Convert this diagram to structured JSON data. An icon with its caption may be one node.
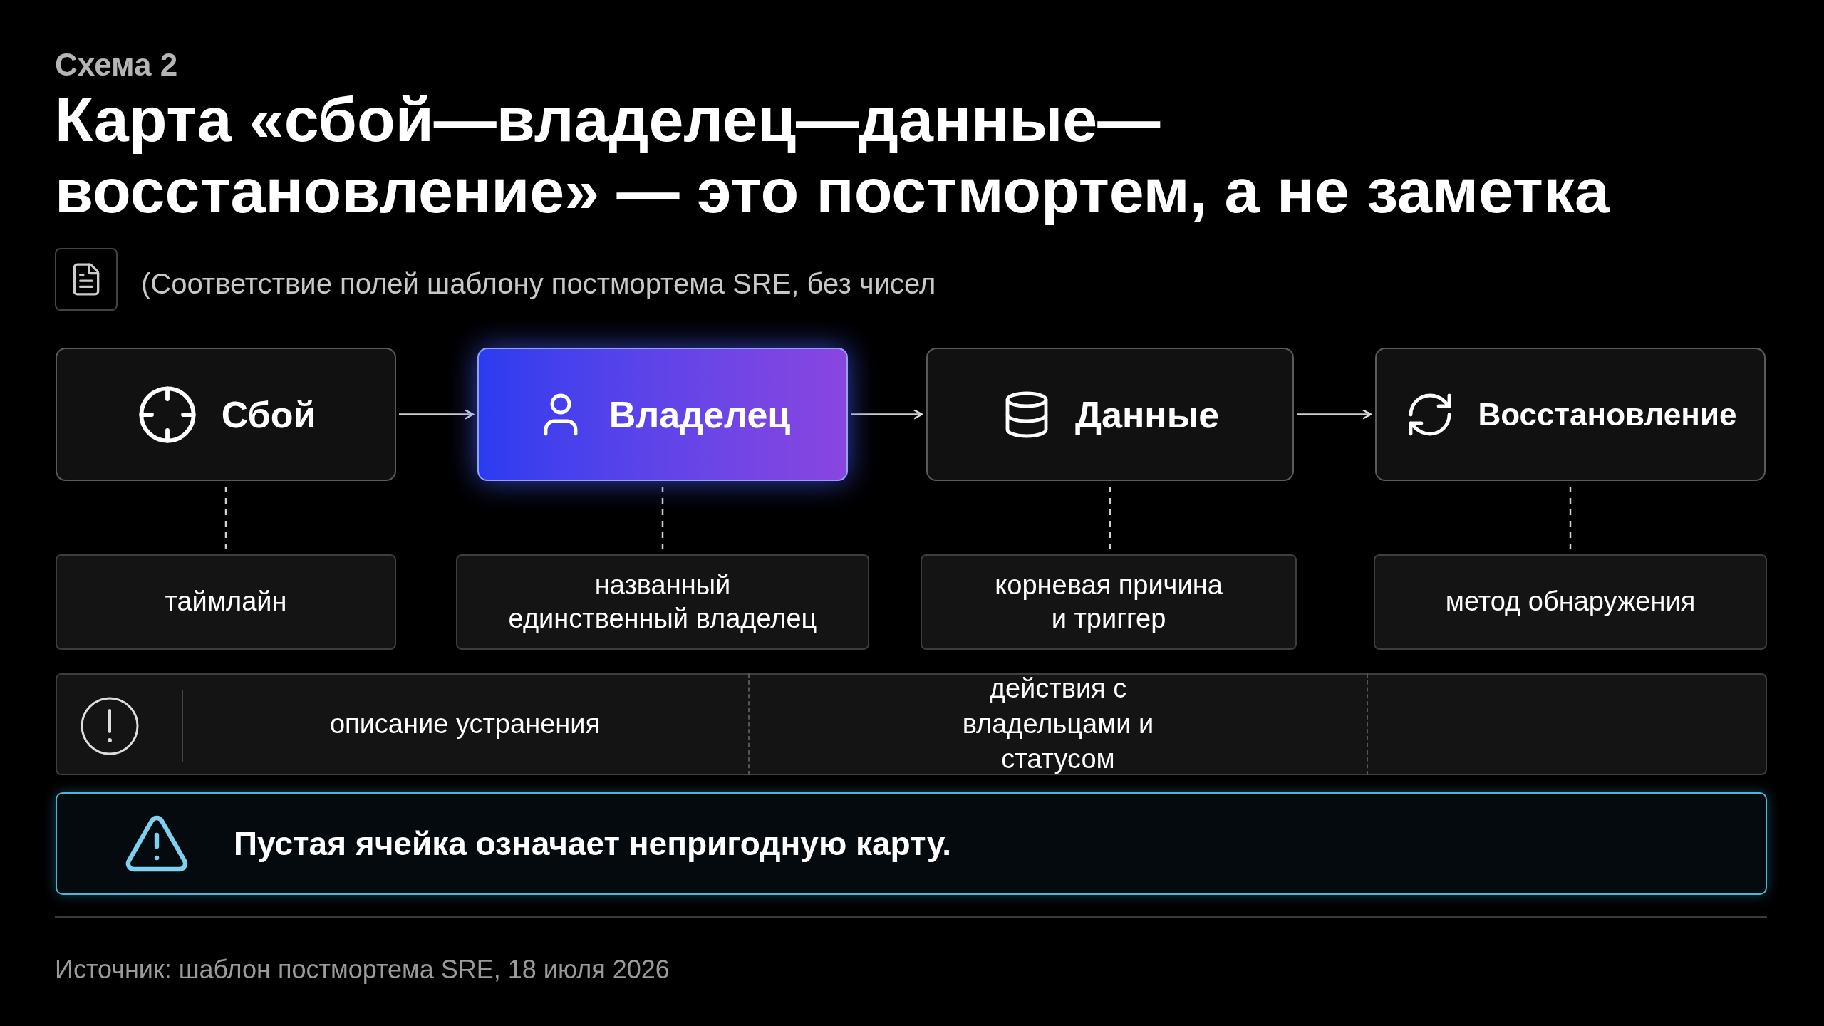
{
  "diagram": {
    "title": "Карта «сбой—владелец—данные—восстановление» — это постмортем, а не заметка",
    "nodes": [
      {
        "text": [
          "Сбой"
        ]
      },
      {
        "text": [
          "Владелец"
        ]
      },
      {
        "text": [
          "Данные"
        ]
      },
      {
        "text": [
          "Восстановление"
        ]
      },
      {
        "text": [
          "таймлайн"
        ]
      },
      {
        "text": [
          "названный единственный владелец"
        ]
      },
      {
        "text": [
          "корневая причина и триггер"
        ]
      },
      {
        "text": [
          "метод обнаружения"
        ]
      },
      {
        "text": [],
        "shape": "bar"
      },
      {
        "text": [
          "описание устранения"
        ],
        "in": 8
      },
      {
        "text": [
          "действия с владельцами и статусом"
        ],
        "in": 8
      },
      {
        "text": [],
        "shape": "box",
        "in": 8
      },
      {
        "text": [
          "Пустая ячейка означает непригодную карту."
        ]
      }
    ],
    "edges": [
      {
        "from": 0,
        "to": 1,
        "arrow": "to"
      },
      {
        "from": 1,
        "to": 2,
        "arrow": "to"
      },
      {
        "from": 2,
        "to": 3,
        "arrow": "to"
      },
      {
        "from": 0,
        "to": 4,
        "arrow": "none",
        "style": "dashed"
      },
      {
        "from": 1,
        "to": 5,
        "arrow": "none",
        "style": "dashed"
      },
      {
        "from": 2,
        "to": 6,
        "arrow": "none",
        "style": "dashed"
      },
      {
        "from": 3,
        "to": 7,
        "arrow": "none",
        "style": "dashed"
      }
    ],
    "labels": [
      "Схема 2",
      "(Соответствие полей шаблону постмортема SRE, без чисел",
      "Источник: шаблон постмортема SRE, 18 июля 2026"
    ]
  }
}
